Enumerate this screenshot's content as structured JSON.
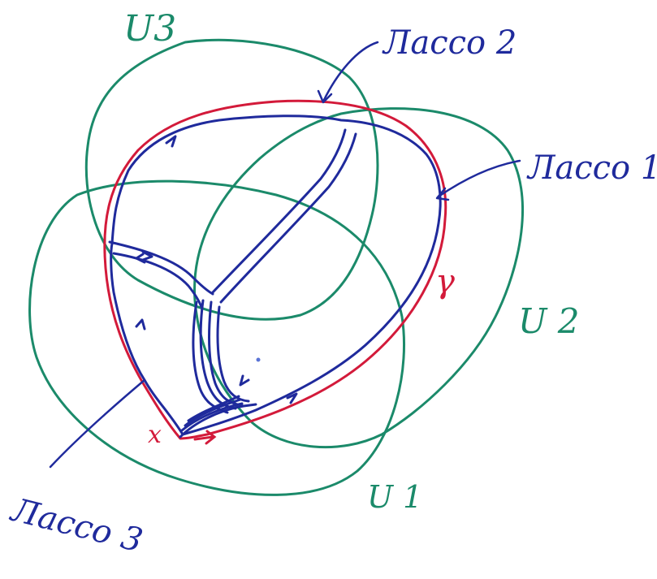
{
  "labels": {
    "u3": "U3",
    "u2": "U 2",
    "u1": "U 1",
    "lasso1": "Лассо 1",
    "lasso2": "Лассо 2",
    "lasso3": "Лассо 3",
    "gamma": "γ",
    "x": "x"
  },
  "colors": {
    "open_sets": "#1b8a6a",
    "lassos": "#1f2a9c",
    "loop": "#d31a3a"
  }
}
